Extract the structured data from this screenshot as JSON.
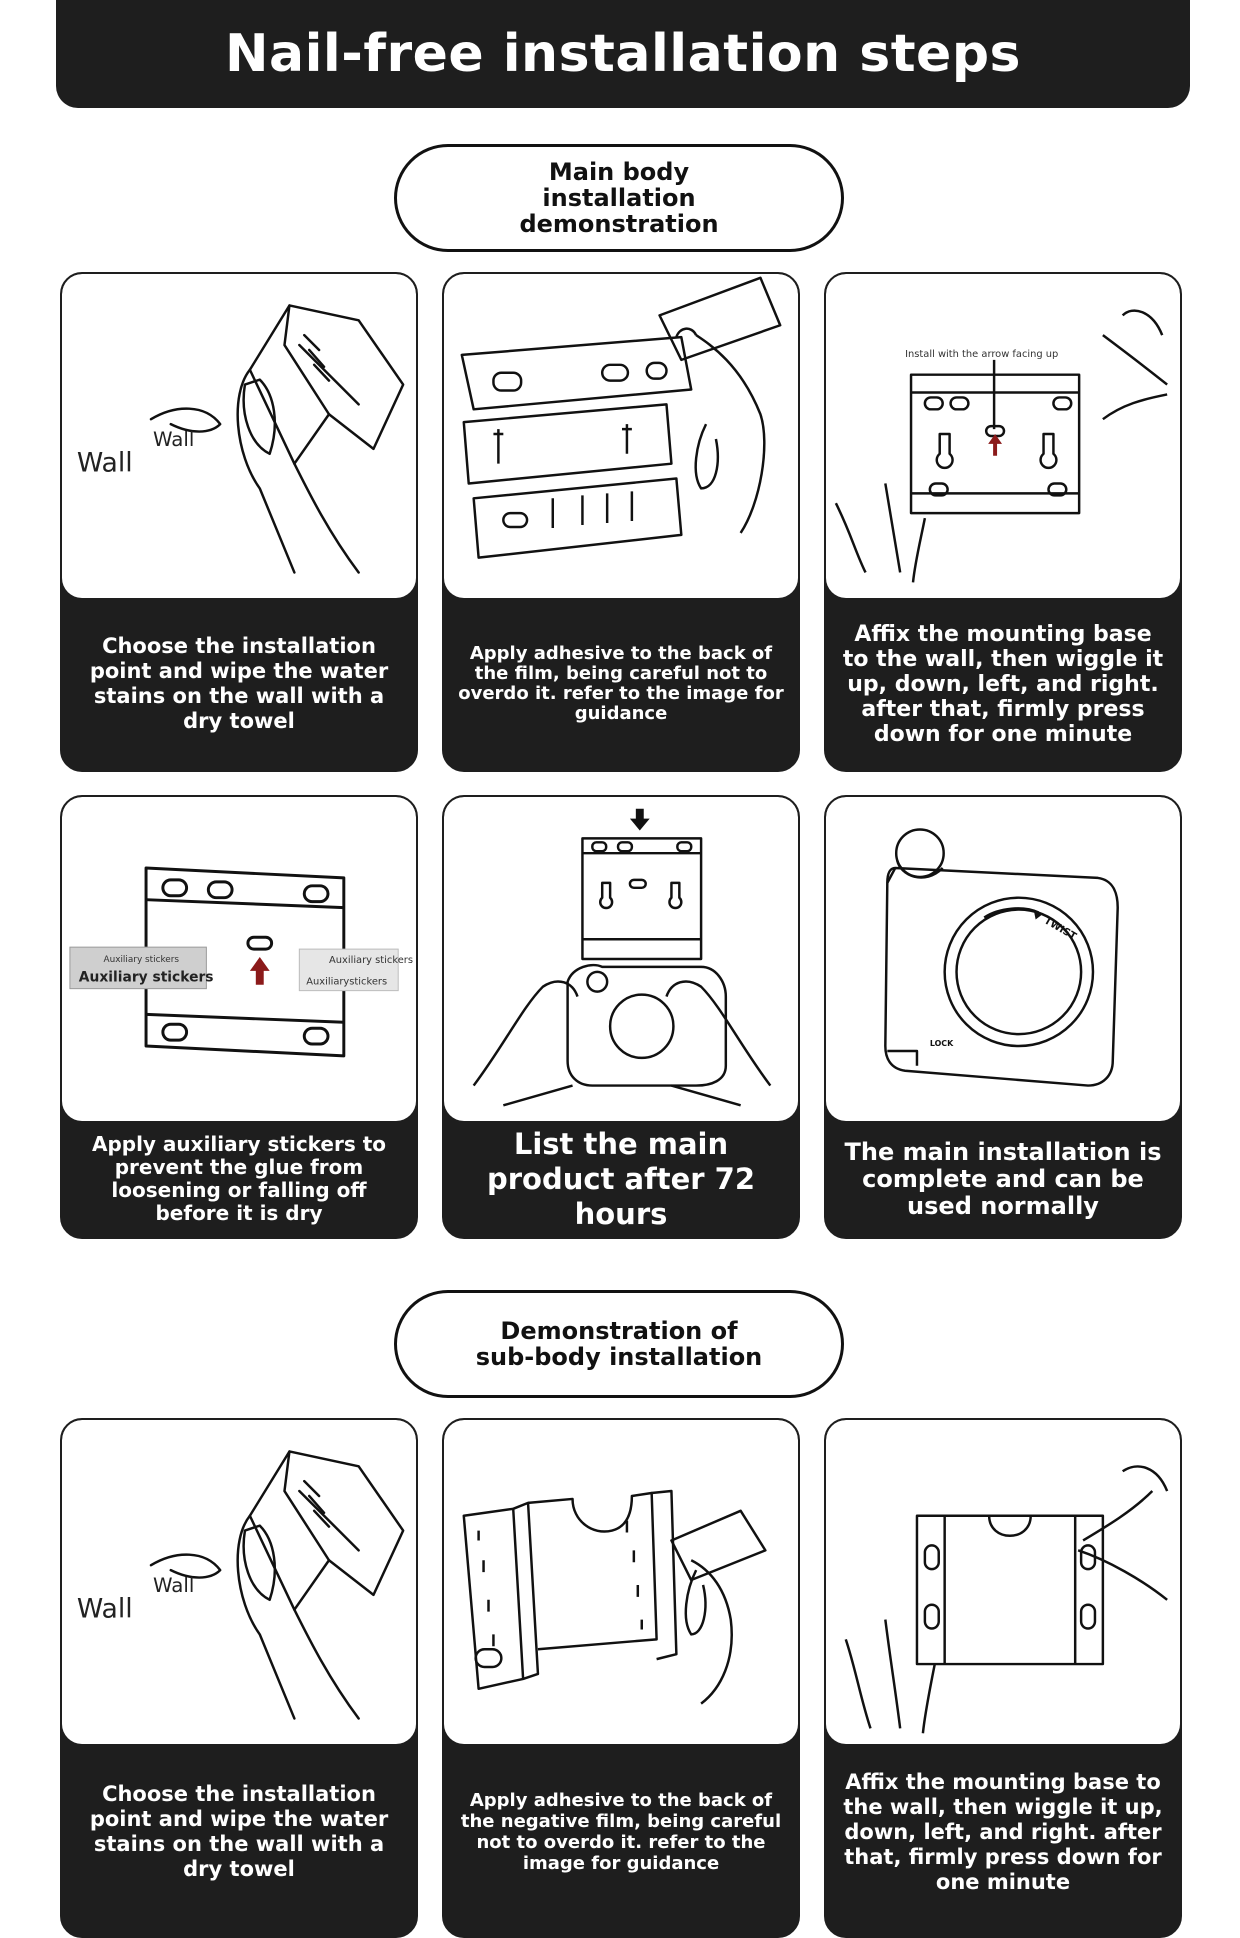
{
  "header": {
    "title": "Nail-free installation steps"
  },
  "sections": [
    {
      "title": "Main body installation demonstration",
      "cards": [
        {
          "caption": "Choose the installation point and wipe the water stains on the wall with a dry towel",
          "labels": [
            "Wall",
            "Wall"
          ]
        },
        {
          "caption": "Apply adhesive to the back of the film, being careful not to overdo it. refer to the image for guidance"
        },
        {
          "caption": "Affix the mounting base to the wall, then wiggle it up, down, left, and right. after that, firmly press down for one minute",
          "labels": [
            "Install with the arrow facing up"
          ]
        },
        {
          "caption": "Apply auxiliary stickers to prevent the glue from loosening or falling off before it is dry",
          "labels": [
            "Auxiliary stickers",
            "Auxiliary stickers",
            "Auxiliary stickers",
            "Auxiliarystickers"
          ]
        },
        {
          "caption": "List the main product after 72 hours"
        },
        {
          "caption": "The main installation is complete and can be used normally",
          "labels": [
            "TWIST",
            "LOCK"
          ]
        }
      ]
    },
    {
      "title": "Demonstration of sub-body installation",
      "cards": [
        {
          "caption": "Choose the installation point and wipe the water stains on the wall with a dry towel",
          "labels": [
            "Wall",
            "Wall"
          ]
        },
        {
          "caption": "Apply adhesive to the back of the negative film, being careful not to overdo it. refer to the image for guidance"
        },
        {
          "caption": "Affix the mounting base to the wall, then wiggle it up, down, left, and right. after that, firmly press down for one minute"
        }
      ]
    }
  ],
  "colors": {
    "dark": "#1e1e1e",
    "arrow": "#8b1a1a",
    "sticker": "#cfcfcf"
  }
}
